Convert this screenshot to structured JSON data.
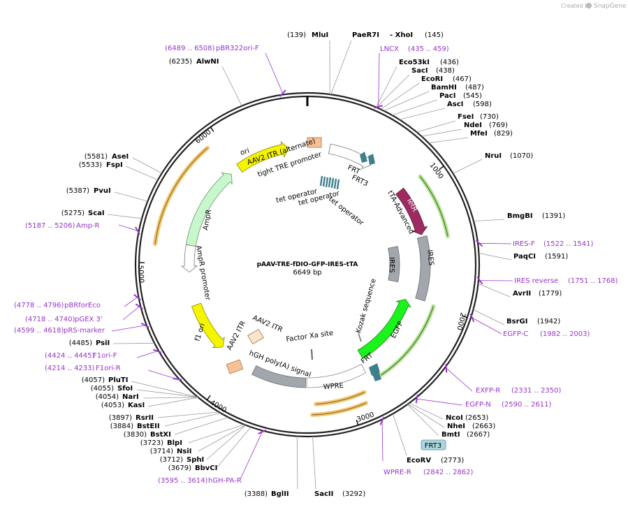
{
  "credit": "Created by",
  "brand": "SnapGene",
  "plasmid": {
    "name": "pAAV-TRE-fDIO-GFP-IRES-tTA",
    "size": "6649 bp"
  },
  "ticks": {
    "t1000": "1000",
    "t2000": "2000",
    "t3000": "3000",
    "t4000": "4000",
    "t5000": "5000",
    "t6000": "6000"
  },
  "enzymes": {
    "mlui": {
      "name": "MluI",
      "pos": "(139)"
    },
    "paer7i": {
      "name": "PaeR7I",
      "pos": ""
    },
    "xhoi": {
      "name": "- XhoI",
      "pos": "(145)"
    },
    "eco53ki": {
      "name": "Eco53kI",
      "pos": "(436)"
    },
    "saci": {
      "name": "SacI",
      "pos": "(438)"
    },
    "ecori": {
      "name": "EcoRI",
      "pos": "(467)"
    },
    "bamhi": {
      "name": "BamHI",
      "pos": "(487)"
    },
    "paci": {
      "name": "PacI",
      "pos": "(545)"
    },
    "asci": {
      "name": "AscI",
      "pos": "(598)"
    },
    "fsei": {
      "name": "FseI",
      "pos": "(730)"
    },
    "ndei": {
      "name": "NdeI",
      "pos": "(769)"
    },
    "mfei": {
      "name": "MfeI",
      "pos": "(829)"
    },
    "nrui": {
      "name": "NruI",
      "pos": "(1070)"
    },
    "bmgbi": {
      "name": "BmgBI",
      "pos": "(1391)"
    },
    "paqci": {
      "name": "PaqCI",
      "pos": "(1591)"
    },
    "avrii": {
      "name": "AvrII",
      "pos": "(1779)"
    },
    "bsrgi": {
      "name": "BsrGI",
      "pos": "(1942)"
    },
    "ncoi": {
      "name": "NcoI",
      "pos": "(2653)"
    },
    "nhei": {
      "name": "NheI",
      "pos": "(2663)"
    },
    "bmti": {
      "name": "BmtI",
      "pos": "(2667)"
    },
    "ecorv": {
      "name": "EcoRV",
      "pos": "(2773)"
    },
    "sacii": {
      "name": "SacII",
      "pos": "(3292)"
    },
    "bglii": {
      "name": "BglII",
      "pos": "(3388)"
    },
    "bbvci": {
      "name": "BbvCI",
      "pos": "(3679)"
    },
    "sphi": {
      "name": "SphI",
      "pos": "(3712)"
    },
    "nsii": {
      "name": "NsiI",
      "pos": "(3714)"
    },
    "blpi": {
      "name": "BlpI",
      "pos": "(3723)"
    },
    "bstxi": {
      "name": "BstXI",
      "pos": "(3830)"
    },
    "bsteii": {
      "name": "BstEII",
      "pos": "(3884)"
    },
    "rsrii": {
      "name": "RsrII",
      "pos": "(3897)"
    },
    "kasi": {
      "name": "KasI",
      "pos": "(4053)"
    },
    "nari": {
      "name": "NarI",
      "pos": "(4054)"
    },
    "sfoi": {
      "name": "SfoI",
      "pos": "(4055)"
    },
    "plutI": {
      "name": "PluTI",
      "pos": "(4057)"
    },
    "psii": {
      "name": "PsiI",
      "pos": "(4485)"
    },
    "scai": {
      "name": "ScaI",
      "pos": "(5275)"
    },
    "pvui": {
      "name": "PvuI",
      "pos": "(5387)"
    },
    "fspi": {
      "name": "FspI",
      "pos": "(5533)"
    },
    "asei": {
      "name": "AseI",
      "pos": "(5581)"
    },
    "alwni": {
      "name": "AlwNI",
      "pos": "(6235)"
    }
  },
  "primers": {
    "pbr322ori": {
      "name": "pBR322ori-F",
      "range": "(6489 .. 6508)"
    },
    "lncx": {
      "name": "LNCX",
      "range": "(435 .. 459)"
    },
    "iresf": {
      "name": "IRES-F",
      "range": "(1522 .. 1541)"
    },
    "iresrev": {
      "name": "IRES reverse",
      "range": "(1751 .. 1768)"
    },
    "egfpc": {
      "name": "EGFP-C",
      "range": "(1982 .. 2003)"
    },
    "exfpr": {
      "name": "EXFP-R",
      "range": "(2331 .. 2350)"
    },
    "egfpn": {
      "name": "EGFP-N",
      "range": "(2590 .. 2611)"
    },
    "wprer": {
      "name": "WPRE-R",
      "range": "(2842 .. 2862)"
    },
    "hghpar": {
      "name": "hGH-PA-R",
      "range": "(3595 .. 3614)"
    },
    "f1orir": {
      "name": "F1ori-R",
      "range": "(4214 .. 4233)"
    },
    "f1orif": {
      "name": "F1ori-F",
      "range": "(4424 .. 4445)"
    },
    "prsmarker": {
      "name": "pRS-marker",
      "range": "(4599 .. 4618)"
    },
    "pgex3": {
      "name": "pGEX 3'",
      "range": "(4718 .. 4740)"
    },
    "pbrforeco": {
      "name": "pBRforEco",
      "range": "(4778 .. 4796)"
    },
    "ampr": {
      "name": "Amp-R",
      "range": "(5187 .. 5206)"
    }
  },
  "features": {
    "ori": "ori",
    "aav2itr_alt": "AAV2 ITR (alternate)",
    "tight_tre": "tight TRE promoter",
    "frt_top": "FRT",
    "frt3_top": "FRT3",
    "tet_op1": "tet operator",
    "tet_op2": "tet operator",
    "tet_op3": "tet operator",
    "tetr": "TetR",
    "tta": "tTA-Advanced",
    "ires_out": "IRES",
    "ires_in": "IRES",
    "kozak": "Kozak sequence",
    "egfp": "EGFP",
    "frt_bottom": "FRT",
    "frt3_box": "FRT3",
    "wpre": "WPRE",
    "hgh_polya": "hGH poly(A) signal",
    "aav2itr_low": "AAV2 ITR",
    "aav2itr_mid": "AAV2 ITR",
    "factor_xa": "Factor Xa site",
    "f1ori": "f1 ori",
    "ampr": "AmpR",
    "ampr_promoter": "AmpR promoter"
  },
  "colors": {
    "ori": "#f5f500",
    "tetr": "#9e2a62",
    "egfp": "#1cf21c",
    "ires": "#a2a6ad",
    "ampr": "#c9f7cd",
    "itr": "#f8c295",
    "primer": "#9933cc",
    "orf": "#f4c76e",
    "frt": "#3e7f8c"
  }
}
